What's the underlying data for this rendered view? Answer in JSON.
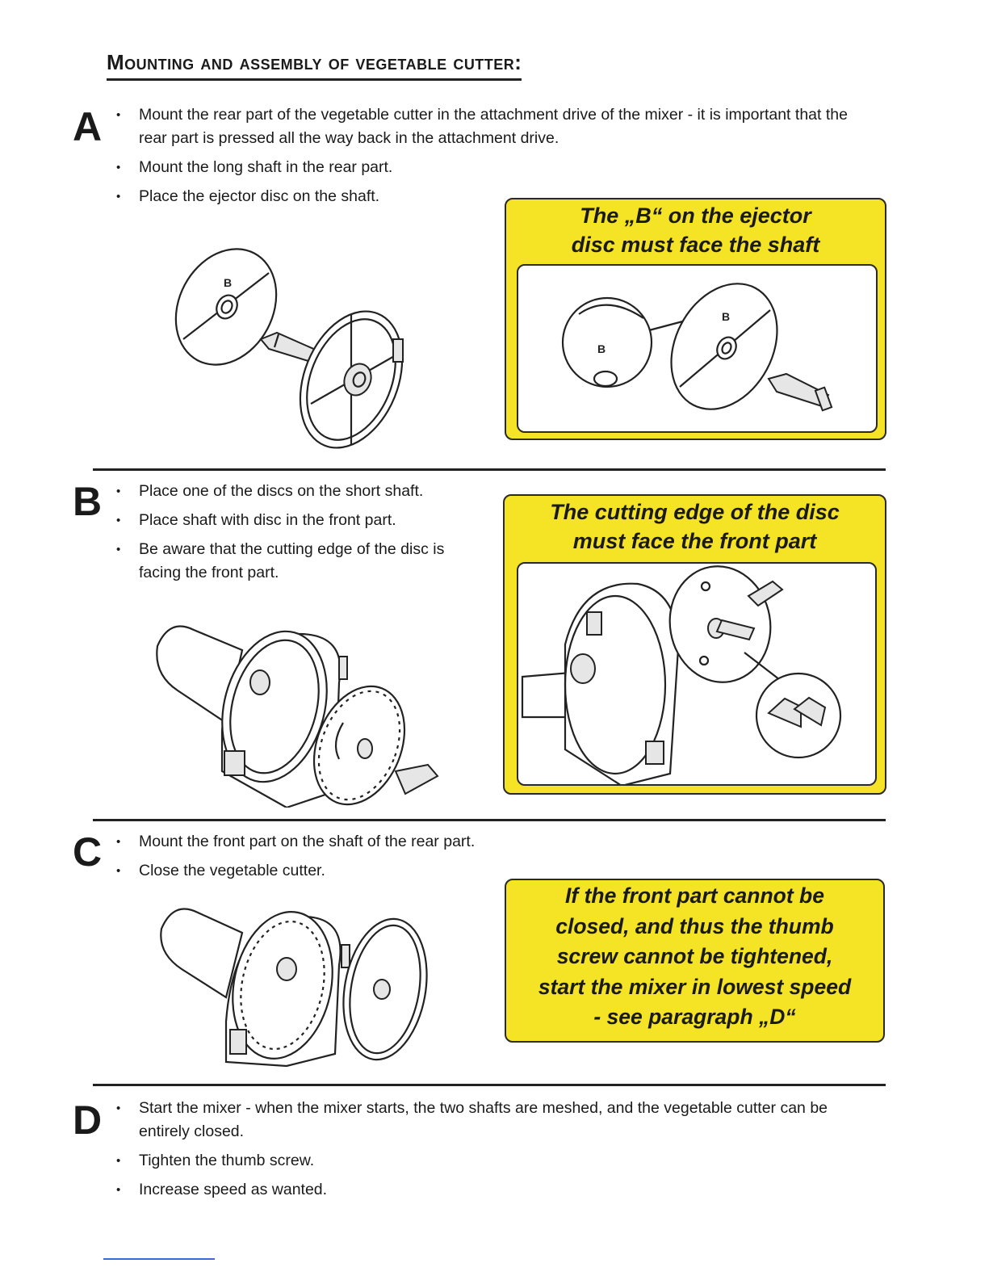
{
  "title": "Mounting and assembly of vegetable cutter:",
  "sections": [
    {
      "letter": "A",
      "bullets": [
        "Mount the rear part of the vegetable cutter in the attachment drive of the mixer - it is important that the rear part is pressed all the way back in the attachment drive.",
        "Mount the long shaft in the rear part.",
        "Place the ejector disc on the shaft."
      ],
      "callout": [
        "The „B“ on the ejector",
        "disc must face the shaft"
      ]
    },
    {
      "letter": "B",
      "bullets": [
        "Place one of the discs on the short shaft.",
        "Place shaft with disc in the front part.",
        "Be aware that the cutting edge of the disc is facing the front part."
      ],
      "callout": [
        "The cutting edge of the disc",
        "must face the front part"
      ]
    },
    {
      "letter": "C",
      "bullets": [
        "Mount the front part on the shaft of the rear part.",
        "Close the vegetable cutter."
      ],
      "callout": [
        "If the front part cannot be",
        "closed, and thus the thumb",
        "screw cannot be tightened,",
        "start the mixer in lowest speed",
        "- see paragraph „D“"
      ]
    },
    {
      "letter": "D",
      "bullets": [
        "Start the mixer - when the mixer starts, the two shafts are meshed, and the vegetable cutter can be entirely closed.",
        "Tighten the thumb screw.",
        "Increase speed as wanted."
      ]
    }
  ],
  "disc_label": "B",
  "colors": {
    "callout_bg": "#f5e326",
    "ink": "#1a1a1a"
  }
}
